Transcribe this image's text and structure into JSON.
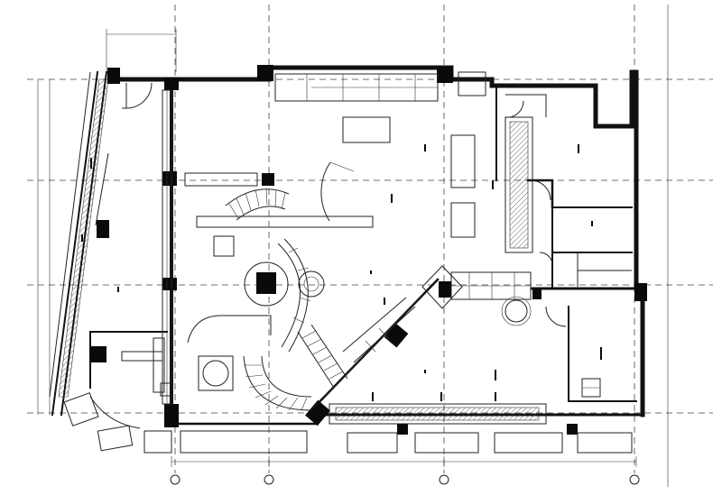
{
  "drawing": {
    "type": "architectural-floor-plan",
    "axis_labels": []
  },
  "icons": {
    "column": "filled-square",
    "stair": "curved-stair",
    "door": "door-swing-arc"
  }
}
